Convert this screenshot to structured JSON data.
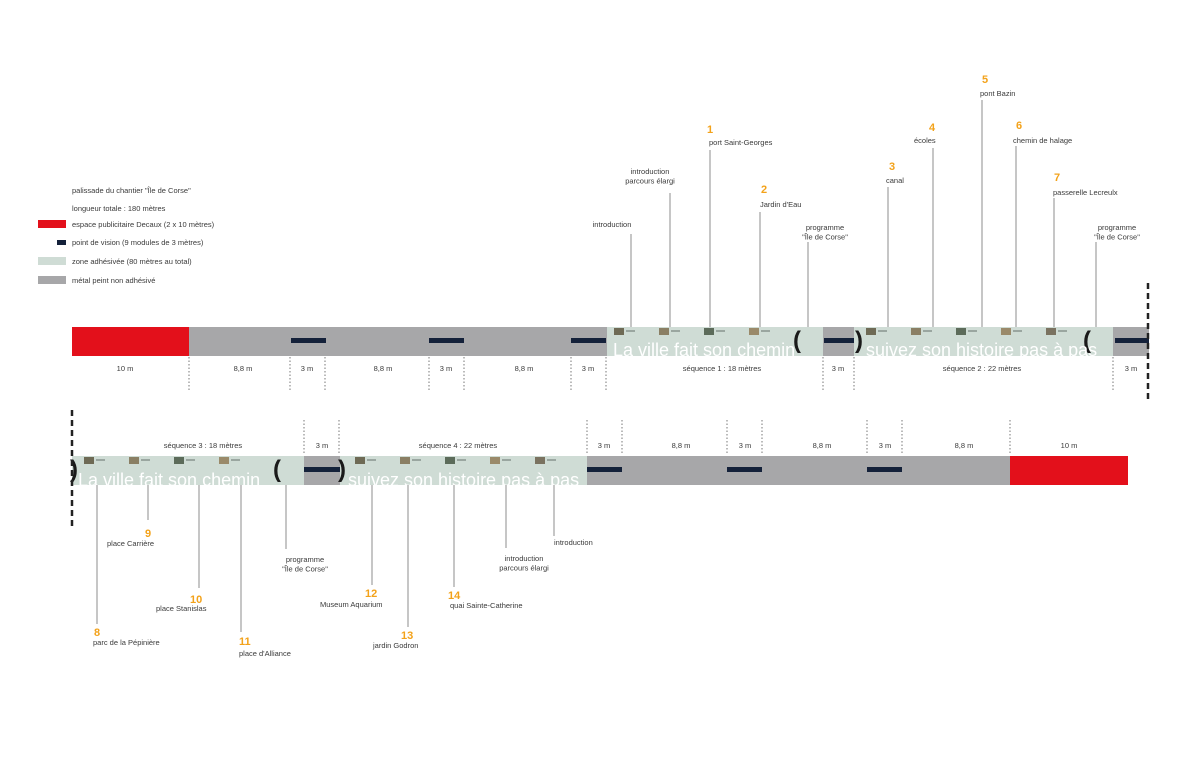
{
  "legend": {
    "title": "palissade du chantier \"Île de Corse\"",
    "length": "longueur totale : 180 mètres",
    "items": [
      {
        "label": "espace publicitaire Decaux (2 x 10 mètres)",
        "swatch": "red"
      },
      {
        "label": "point de vision (9 modules de 3 mètres)",
        "swatch": "vision"
      },
      {
        "label": "zone adhésivée (80 mètres au total)",
        "swatch": "green"
      },
      {
        "label": "métal peint non adhésivé",
        "swatch": "grey"
      }
    ]
  },
  "colors": {
    "red": "#e3101b",
    "grey": "#a7a7a9",
    "green": "#cfdcd5",
    "vision": "#14213a",
    "number": "#f3a21a",
    "text": "#3a3a3a",
    "line": "#8c8c8c"
  },
  "slogans": {
    "a": "La ville fait son chemin",
    "b": "suivez son histoire pas à pas"
  },
  "row1": {
    "dims": [
      "10 m",
      "8,8 m",
      "3 m",
      "8,8 m",
      "3 m",
      "8,8 m",
      "3 m",
      "séquence 1 : 18 mètres",
      "3 m",
      "séquence 2 : 22 mètres",
      "3 m"
    ],
    "callouts": [
      {
        "num": "",
        "label": "introduction"
      },
      {
        "num": "",
        "label": "introduction\nparcours élargi"
      },
      {
        "num": "1",
        "label": "port Saint-Georges"
      },
      {
        "num": "2",
        "label": "Jardin d'Eau"
      },
      {
        "num": "",
        "label": "programme\n\"Île de Corse\""
      },
      {
        "num": "3",
        "label": "canal"
      },
      {
        "num": "4",
        "label": "écoles"
      },
      {
        "num": "5",
        "label": "pont Bazin"
      },
      {
        "num": "6",
        "label": "chemin de halage"
      },
      {
        "num": "7",
        "label": "passerelle Lecreulx"
      },
      {
        "num": "",
        "label": "programme\n\"Île de Corse\""
      }
    ]
  },
  "row2": {
    "dims": [
      "séquence 3 : 18 mètres",
      "3 m",
      "séquence 4 : 22 mètres",
      "3 m",
      "8,8 m",
      "3 m",
      "8,8 m",
      "3 m",
      "8,8 m",
      "10 m"
    ],
    "callouts": [
      {
        "num": "8",
        "label": "parc de la Pépinière"
      },
      {
        "num": "9",
        "label": "place Carrière"
      },
      {
        "num": "10",
        "label": "place Stanislas"
      },
      {
        "num": "11",
        "label": "place d'Alliance"
      },
      {
        "num": "",
        "label": "programme\n\"Île de Corse\""
      },
      {
        "num": "12",
        "label": "Museum Aquarium"
      },
      {
        "num": "13",
        "label": "jardin Godron"
      },
      {
        "num": "14",
        "label": "quai Sainte-Catherine"
      },
      {
        "num": "",
        "label": "introduction\nparcours élargi"
      },
      {
        "num": "",
        "label": "introduction"
      }
    ]
  }
}
